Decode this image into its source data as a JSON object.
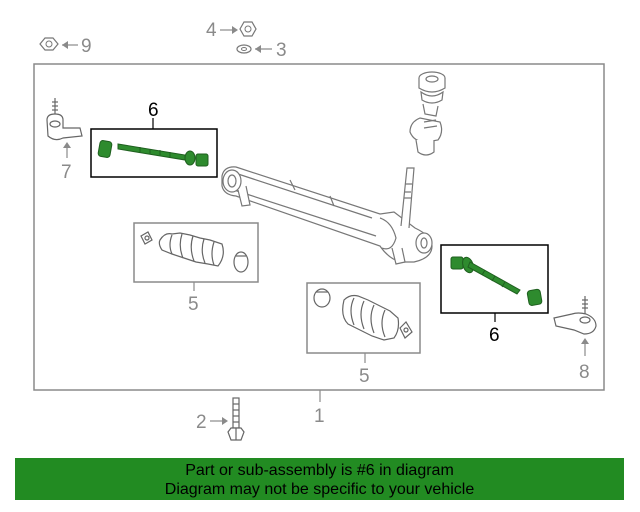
{
  "diagram": {
    "callouts": {
      "c1": "1",
      "c2": "2",
      "c3": "3",
      "c4": "4",
      "c5a": "5",
      "c5b": "5",
      "c6a": "6",
      "c6b": "6",
      "c7": "7",
      "c8": "8",
      "c9": "9"
    },
    "highlight_color": "#2e8b2e",
    "line_color": "#8a8a8a"
  },
  "banner": {
    "line1": "Part or sub-assembly is #6 in diagram",
    "line2": "Diagram may not be specific to your vehicle",
    "background": "#228b22"
  }
}
